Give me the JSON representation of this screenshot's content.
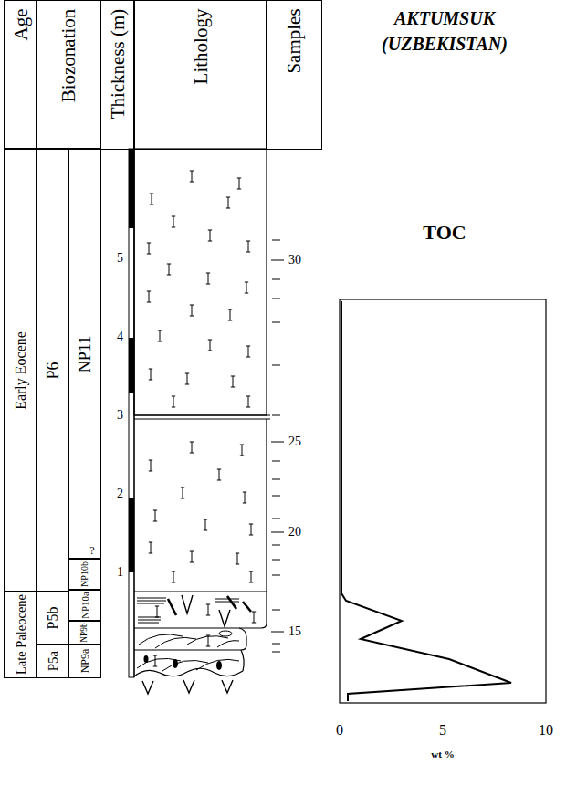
{
  "diagram": {
    "title": "AKTUMSUK (UZBEKISTAN)",
    "nodes": [
      {
        "text": [
          "Age"
        ]
      },
      {
        "text": [
          "Biozonation"
        ]
      },
      {
        "text": [
          "Thickness (m)"
        ]
      },
      {
        "text": [
          "Lithology"
        ]
      },
      {
        "text": [
          "Samples"
        ]
      },
      {
        "text": [
          "Early Eocene"
        ]
      },
      {
        "text": [
          "Late Paleocene"
        ]
      },
      {
        "text": [
          "P6"
        ]
      },
      {
        "text": [
          "P5b"
        ]
      },
      {
        "text": [
          "P5a"
        ]
      },
      {
        "text": [
          "NP11"
        ]
      },
      {
        "text": [
          "NP10b"
        ]
      },
      {
        "text": [
          "NP10a"
        ]
      },
      {
        "text": [
          "NP9b"
        ]
      },
      {
        "text": [
          "NP9a"
        ]
      }
    ],
    "labels": [
      "?",
      "5",
      "4",
      "3",
      "2",
      "1",
      "30",
      "25",
      "20",
      "15",
      "TOC",
      "0",
      "5",
      "10",
      "wt %"
    ]
  }
}
